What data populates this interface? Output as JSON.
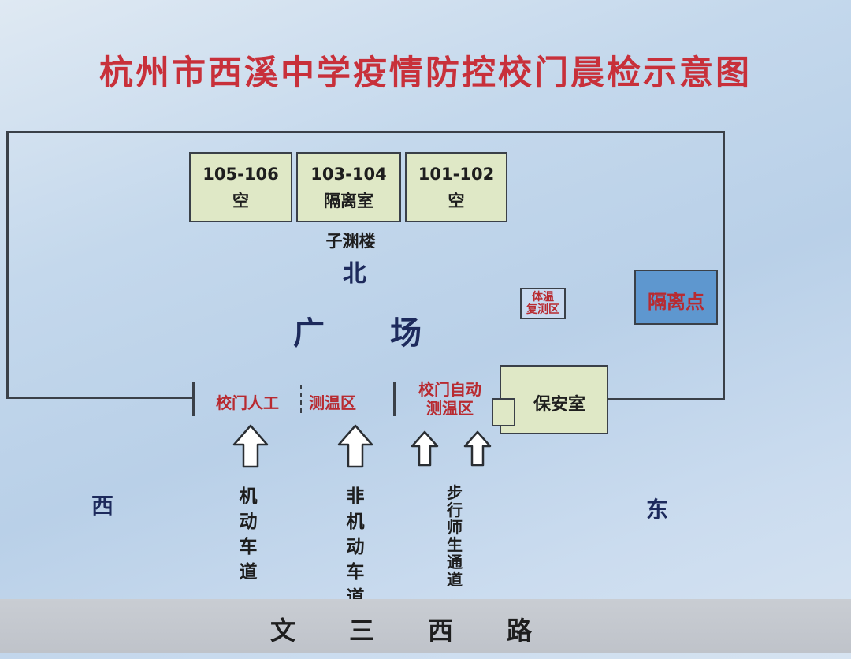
{
  "title": "杭州市西溪中学疫情防控校门晨检示意图",
  "rooms": [
    {
      "number": "105-106",
      "use": "空"
    },
    {
      "number": "103-104",
      "use": "隔离室"
    },
    {
      "number": "101-102",
      "use": "空"
    }
  ],
  "building_name": "子渊楼",
  "north": "北",
  "plaza": [
    "广",
    "场"
  ],
  "temp_recheck": [
    "体温",
    "复测区"
  ],
  "isolation_point": "隔离点",
  "security_room": "保安室",
  "manual_zone": {
    "part1": "校门人工",
    "part2": "测温区"
  },
  "auto_zone": [
    "校门自动",
    "测温区"
  ],
  "west": "西",
  "east": "东",
  "lanes": {
    "motor": "机动车道",
    "non_motor": "非机动车道",
    "pedestrian": "步行师生通道"
  },
  "road": [
    "文",
    "三",
    "西",
    "路"
  ],
  "colors": {
    "title_red": "#c8303a",
    "zone_red": "#b82a30",
    "direction_navy": "#1d2a5c",
    "room_fill": "#dfe8c6",
    "isolation_fill": "#5e97cf"
  },
  "icons": [
    "up-arrow-icon"
  ]
}
